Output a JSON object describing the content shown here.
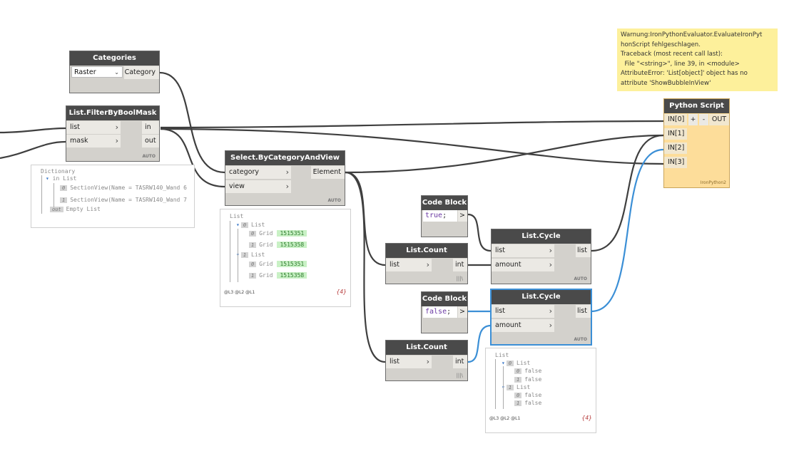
{
  "nodes": {
    "categories": {
      "title": "Categories",
      "dropdown_value": "Raster",
      "output": "Category"
    },
    "filter": {
      "title": "List.FilterByBoolMask",
      "inputs": [
        "list",
        "mask"
      ],
      "outputs": [
        "in",
        "out"
      ],
      "lacing": "AUTO"
    },
    "select": {
      "title": "Select.ByCategoryAndView",
      "inputs": [
        "category",
        "view"
      ],
      "output": "Element",
      "lacing": "AUTO"
    },
    "code1": {
      "title": "Code Block",
      "code": "true",
      "semicolon": ";",
      "output": ">"
    },
    "code2": {
      "title": "Code Block",
      "code": "false",
      "semicolon": ";",
      "output": ">"
    },
    "count1": {
      "title": "List.Count",
      "input": "list",
      "output": "int",
      "lacing": "|||\\"
    },
    "count2": {
      "title": "List.Count",
      "input": "list",
      "output": "int",
      "lacing": "|||\\"
    },
    "cycle1": {
      "title": "List.Cycle",
      "inputs": [
        "list",
        "amount"
      ],
      "output": "list",
      "lacing": "AUTO"
    },
    "cycle2": {
      "title": "List.Cycle",
      "inputs": [
        "list",
        "amount"
      ],
      "output": "list",
      "lacing": "AUTO"
    },
    "python": {
      "title": "Python Script",
      "inputs": [
        "IN[0]",
        "IN[1]",
        "IN[2]",
        "IN[3]"
      ],
      "plus": "+",
      "minus": "-",
      "output": "OUT",
      "engine": "IronPython2"
    }
  },
  "warning": {
    "text": "Warnung:IronPythonEvaluator.EvaluateIronPyt\nhonScript fehlgeschlagen.\nTraceback (most recent call last):\n  File \"<string>\", line 39, in <module>\nAttributeError: 'List[object]' object has no\nattribute 'ShowBubbleInView'"
  },
  "previews": {
    "filter": {
      "root": "Dictionary",
      "in_label": "in",
      "in_type": "List",
      "items": [
        {
          "index": "0",
          "value": "SectionView(Name = TASRW140_Wand 6"
        },
        {
          "index": "1",
          "value": "SectionView(Name = TASRW140_Wand 7"
        }
      ],
      "out_label": "out",
      "out_value": "Empty List"
    },
    "select": {
      "root": "List",
      "groups": [
        {
          "index": "0",
          "type": "List",
          "items": [
            {
              "index": "0",
              "label": "Grid",
              "value": "1515351"
            },
            {
              "index": "1",
              "label": "Grid",
              "value": "1515358"
            }
          ]
        },
        {
          "index": "1",
          "type": "List",
          "items": [
            {
              "index": "0",
              "label": "Grid",
              "value": "1515351"
            },
            {
              "index": "1",
              "label": "Grid",
              "value": "1515358"
            }
          ]
        }
      ],
      "levels": "@L3 @L2 @L1",
      "count": "{4}"
    },
    "cycle2": {
      "root": "List",
      "groups": [
        {
          "index": "0",
          "type": "List",
          "items": [
            {
              "index": "0",
              "value": "false"
            },
            {
              "index": "1",
              "value": "false"
            }
          ]
        },
        {
          "index": "1",
          "type": "List",
          "items": [
            {
              "index": "0",
              "value": "false"
            },
            {
              "index": "1",
              "value": "false"
            }
          ]
        }
      ],
      "levels": "@L3 @L2 @L1",
      "count": "{4}"
    }
  },
  "colors": {
    "wire": "#3f3f3f",
    "selected_wire": "#3b8fd6",
    "node_header": "#4a4a4a",
    "node_body": "#d3d1cc",
    "tooltip": "#fdf09b"
  }
}
